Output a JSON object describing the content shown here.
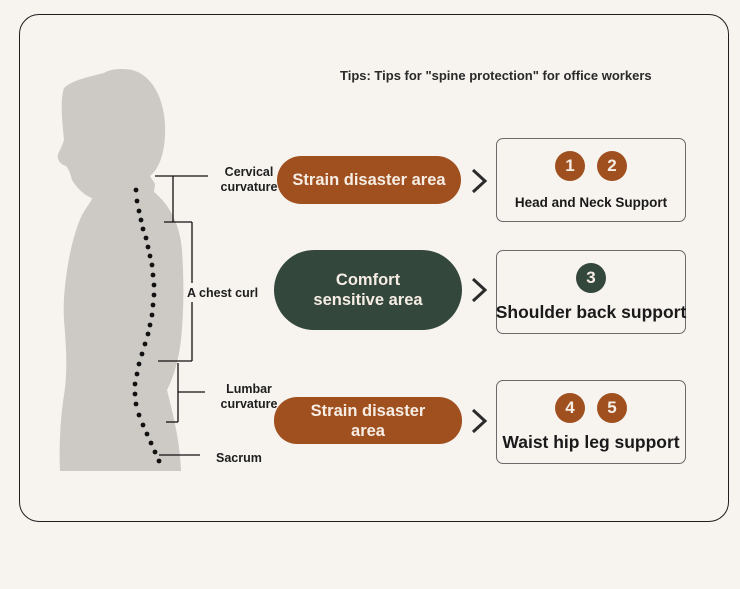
{
  "title": "Tips: Tips for \"spine protection\" for office workers",
  "colors": {
    "background": "#f7f3ef",
    "silhouette": "#cdcac6",
    "strain": "#a0501f",
    "comfort": "#34473c",
    "spine_dots": "#111111"
  },
  "spine_labels": {
    "cervical": "Cervical curvature",
    "chest": "A chest curl",
    "lumbar": "Lumbar curvature",
    "sacrum": "Sacrum"
  },
  "zones": [
    {
      "area_label": "Strain disaster area",
      "area_type": "strain",
      "arrow_icon": "chevron-right-icon",
      "badges": [
        "1",
        "2"
      ],
      "support_label": "Head and Neck Support"
    },
    {
      "area_label": "Comfort sensitive area",
      "area_type": "comfort",
      "arrow_icon": "chevron-right-icon",
      "badges": [
        "3"
      ],
      "support_label": "Shoulder back support"
    },
    {
      "area_label": "Strain disaster area",
      "area_type": "strain",
      "arrow_icon": "chevron-right-icon",
      "badges": [
        "4",
        "5"
      ],
      "support_label": "Waist hip leg support"
    }
  ]
}
